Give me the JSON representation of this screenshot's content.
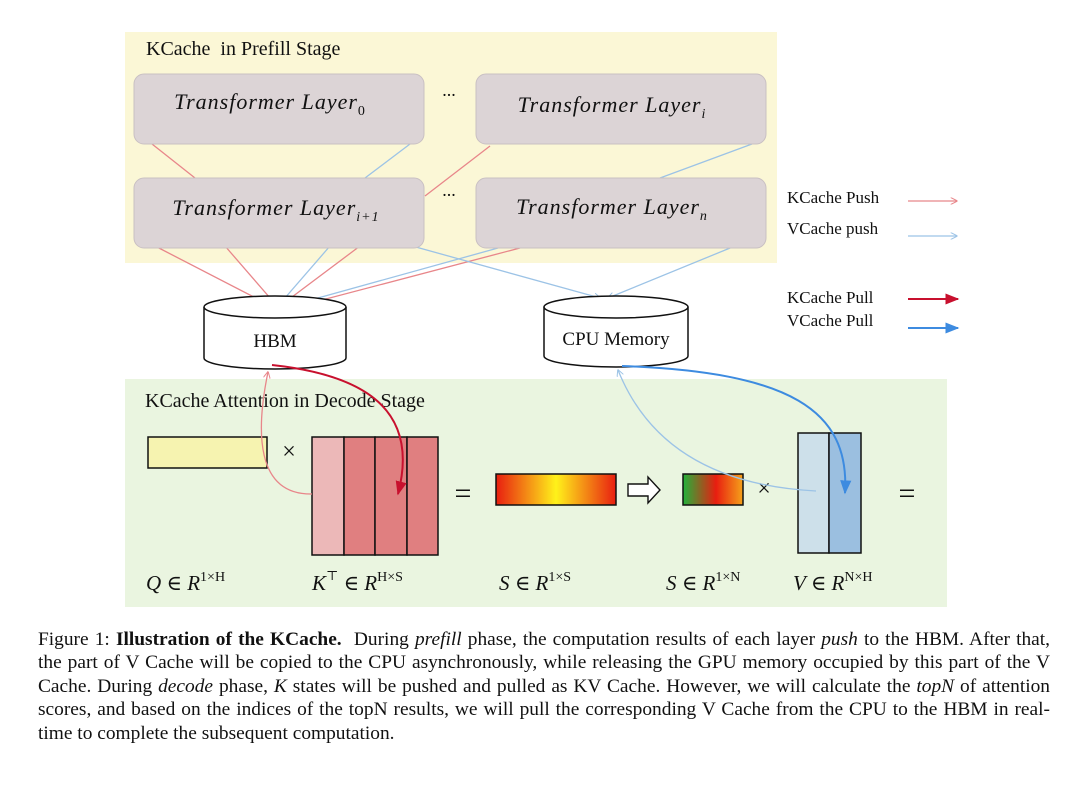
{
  "figure": {
    "prefill_title": "KCache  in Prefill Stage",
    "decode_title": "KCache Attention in Decode Stage",
    "layers": {
      "layer0": {
        "base": "Transformer Layer",
        "sub": "0"
      },
      "layeri": {
        "base": "Transformer Layer",
        "sub": "i"
      },
      "layeri1": {
        "base": "Transformer Layer",
        "sub": "i+1"
      },
      "layern": {
        "base": "Transformer Layer",
        "sub": "n"
      }
    },
    "ellipsis": "...",
    "hbm_label": "HBM",
    "cpu_label": "CPU Memory",
    "legend": {
      "kcache_push": "KCache Push",
      "vcache_push": "VCache push",
      "kcache_pull": "KCache Pull",
      "vcache_pull": "VCache Pull"
    },
    "ops": {
      "times": "×",
      "equals": "="
    },
    "math_labels": {
      "q": {
        "base": "Q ∈ R",
        "sup": "1×H"
      },
      "kt": {
        "base": "K",
        "mid": " ∈ R",
        "sup": "H×S",
        "top": "⊤"
      },
      "s1": {
        "base": "S ∈ R",
        "sup": "1×S"
      },
      "s2": {
        "base": "S ∈ R",
        "sup": "1×N"
      },
      "v": {
        "base": "V ∈ R",
        "sup": "N×H"
      }
    },
    "colors": {
      "prefill_bg": "#fbf7d6",
      "decode_bg": "#eaf5e0",
      "layer_fill": "#dcd4d6",
      "push_k": "#e8868a",
      "push_v": "#9cc3e6",
      "pull_k": "#c8102e",
      "pull_v": "#3d8be0"
    }
  },
  "caption": {
    "prefix": "Figure 1: ",
    "bold": "Illustration of the KCache.",
    "t1": "  During ",
    "i1": "prefill",
    "t2": " phase, the computation results of each layer ",
    "i2": "push",
    "t3": " to the HBM. After that, the part of V Cache will be copied to the CPU asynchronously, while releasing the GPU memory occupied by this part of the V Cache. During ",
    "i3": "decode",
    "t4": " phase, ",
    "i4": "K",
    "t5": " states will be pushed and pulled as KV Cache. However, we will calculate the ",
    "i5": "topN",
    "t6": " of attention scores, and based on the indices of the topN results, we will pull the corresponding V Cache from the CPU to the HBM in real-time to complete the subsequent computation."
  }
}
